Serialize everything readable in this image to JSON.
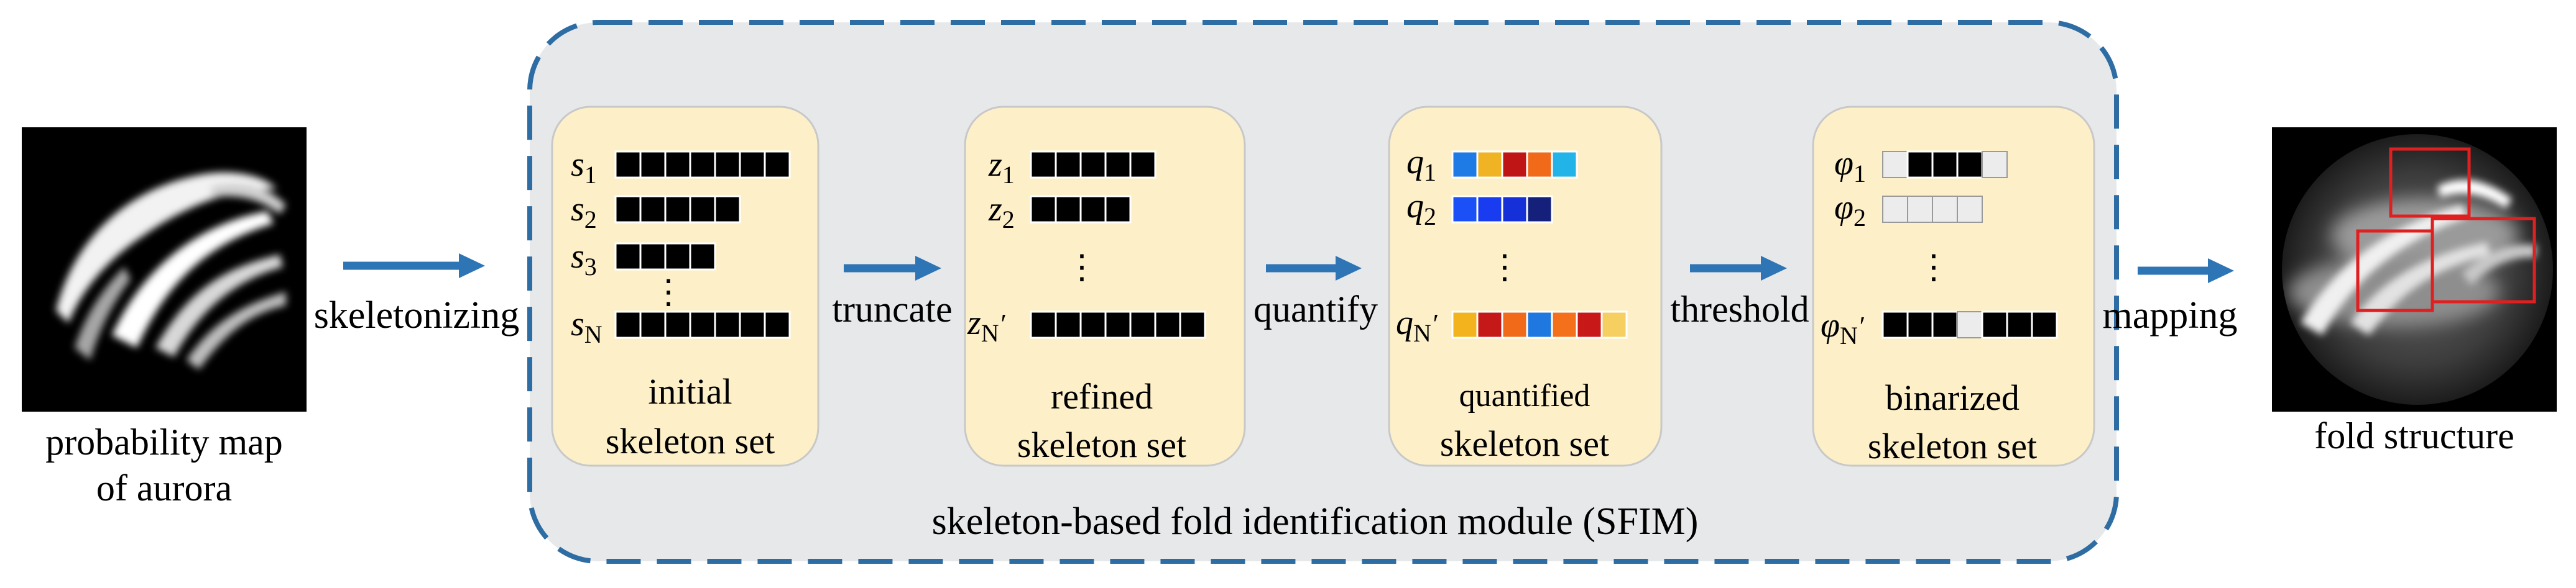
{
  "left_panel": {
    "caption_line1": "probability map",
    "caption_line2": "of aurora"
  },
  "right_panel": {
    "caption": "fold structure"
  },
  "arrows": {
    "a1": "skeletonizing",
    "a2": "truncate",
    "a3": "quantify",
    "a4": "threshold",
    "a5": "mapping"
  },
  "module": {
    "label": "skeleton-based fold identification module (SFIM)"
  },
  "boxes": [
    {
      "title1": "initial",
      "title2": "skeleton set",
      "rows": [
        {
          "base": "s",
          "sub": "1",
          "prime": ""
        },
        {
          "base": "s",
          "sub": "2",
          "prime": ""
        },
        {
          "base": "s",
          "sub": "3",
          "prime": ""
        },
        {
          "base": "s",
          "sub": "N",
          "prime": ""
        }
      ],
      "dots": "⋮"
    },
    {
      "title1": "refined",
      "title2": "skeleton set",
      "rows": [
        {
          "base": "z",
          "sub": "1",
          "prime": ""
        },
        {
          "base": "z",
          "sub": "2",
          "prime": ""
        },
        {
          "base": "z",
          "sub": "N",
          "prime": "′"
        }
      ],
      "dots": "⋮"
    },
    {
      "title1": "quantified",
      "title2": "skeleton set",
      "rows": [
        {
          "base": "q",
          "sub": "1",
          "prime": ""
        },
        {
          "base": "q",
          "sub": "2",
          "prime": ""
        },
        {
          "base": "q",
          "sub": "N",
          "prime": "′"
        }
      ],
      "dots": "⋮"
    },
    {
      "title1": "binarized",
      "title2": "skeleton set",
      "rows": [
        {
          "base": "φ",
          "sub": "1",
          "prime": ""
        },
        {
          "base": "φ",
          "sub": "2",
          "prime": ""
        },
        {
          "base": "φ",
          "sub": "N",
          "prime": "′"
        }
      ],
      "dots": "⋮"
    }
  ],
  "colors": {
    "arrow": "#2e75b6",
    "dashed_border": "#2e6da4",
    "module_bg": "#e7e8ea",
    "box_fill": "#fdf0c9",
    "box_stroke": "#c8c8c8",
    "cell_black": "#000000",
    "cell_light": "#ececec",
    "highlight_box": "#e02020"
  },
  "quantized_colors": {
    "q1": [
      "#1e7be6",
      "#f0b323",
      "#c01515",
      "#f06a1a",
      "#22b4e8"
    ],
    "q2": [
      "#1a50f5",
      "#1a3cf0",
      "#1530d8",
      "#14207a"
    ],
    "qN": [
      "#f2b31c",
      "#c51818",
      "#f06a1a",
      "#1f78e0",
      "#f5701a",
      "#c81818",
      "#f5cf5f"
    ]
  },
  "binary_pattern": {
    "phi1": [
      0,
      1,
      1,
      1,
      0
    ],
    "phi2": [
      0,
      0,
      0,
      0
    ],
    "phiN": [
      1,
      1,
      1,
      0,
      1,
      1,
      1
    ]
  },
  "icons": {
    "aurora_probability_image": "aurora-probability-map-image",
    "fold_structure_image": "fold-structure-image"
  }
}
